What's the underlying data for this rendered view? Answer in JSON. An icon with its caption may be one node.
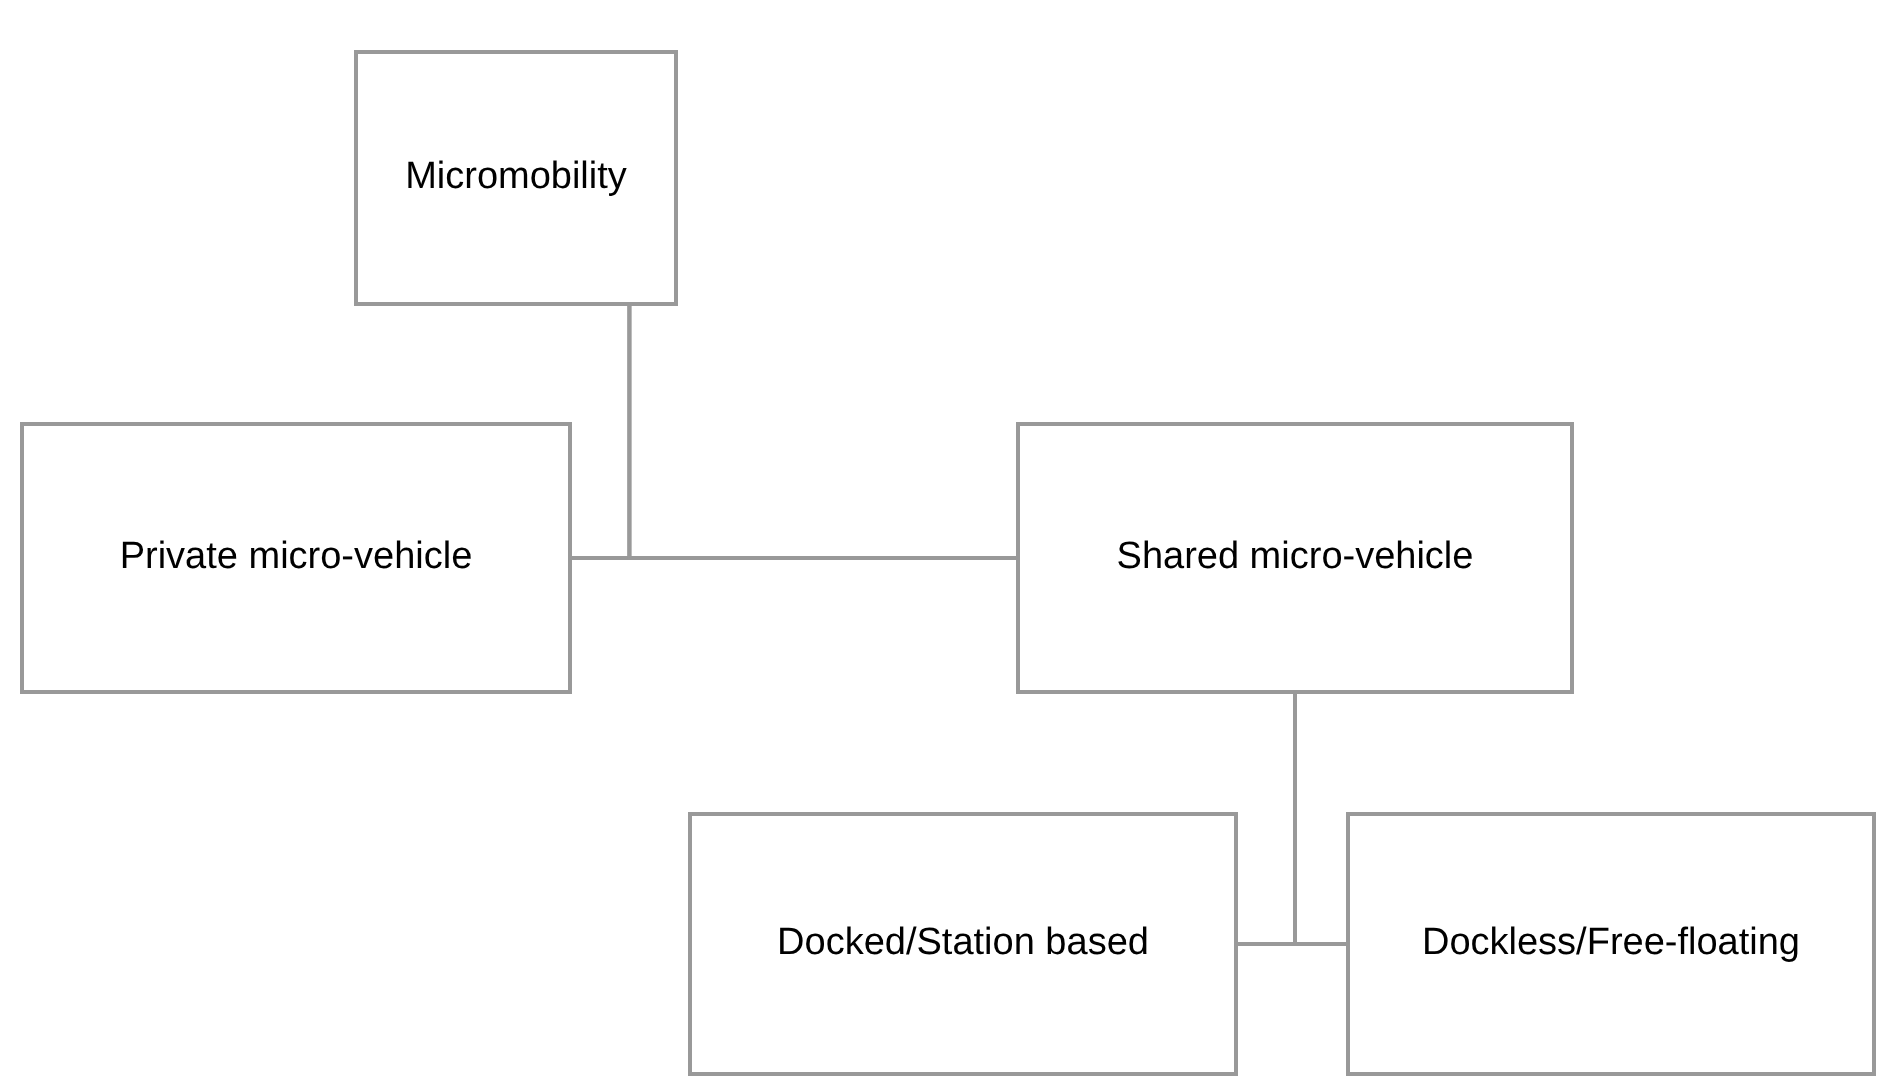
{
  "diagram": {
    "nodes": [
      {
        "text": [
          "Micromobility"
        ]
      },
      {
        "text": [
          "Private micro-vehicle"
        ]
      },
      {
        "text": [
          "Shared micro-vehicle"
        ]
      },
      {
        "text": [
          "Docked/Station based"
        ]
      },
      {
        "text": [
          "Dockless/Free-floating"
        ]
      }
    ],
    "edges": [
      {
        "from": 0,
        "to": 1,
        "arrow": "none"
      },
      {
        "from": 0,
        "to": 2,
        "arrow": "none"
      },
      {
        "from": 2,
        "to": 3,
        "arrow": "none"
      },
      {
        "from": 2,
        "to": 4,
        "arrow": "none"
      }
    ]
  }
}
